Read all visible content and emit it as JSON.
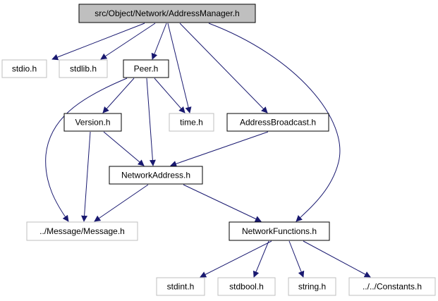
{
  "graph": {
    "nodes": [
      {
        "id": "root",
        "label": "src/Object/Network/AddressManager.h",
        "style": "root"
      },
      {
        "id": "stdio",
        "label": "stdio.h",
        "style": "external"
      },
      {
        "id": "stdlib",
        "label": "stdlib.h",
        "style": "external"
      },
      {
        "id": "peer",
        "label": "Peer.h",
        "style": "local"
      },
      {
        "id": "version",
        "label": "Version.h",
        "style": "local"
      },
      {
        "id": "time",
        "label": "time.h",
        "style": "external"
      },
      {
        "id": "addrbroadcast",
        "label": "AddressBroadcast.h",
        "style": "local"
      },
      {
        "id": "netaddr",
        "label": "NetworkAddress.h",
        "style": "local"
      },
      {
        "id": "message",
        "label": "../Message/Message.h",
        "style": "external"
      },
      {
        "id": "netfunc",
        "label": "NetworkFunctions.h",
        "style": "local"
      },
      {
        "id": "stdint",
        "label": "stdint.h",
        "style": "external"
      },
      {
        "id": "stdbool",
        "label": "stdbool.h",
        "style": "external"
      },
      {
        "id": "string",
        "label": "string.h",
        "style": "external"
      },
      {
        "id": "constants",
        "label": "../../Constants.h",
        "style": "external"
      }
    ],
    "edges": [
      {
        "from": "root",
        "to": "stdio"
      },
      {
        "from": "root",
        "to": "stdlib"
      },
      {
        "from": "root",
        "to": "peer"
      },
      {
        "from": "root",
        "to": "time"
      },
      {
        "from": "root",
        "to": "addrbroadcast"
      },
      {
        "from": "root",
        "to": "netfunc"
      },
      {
        "from": "peer",
        "to": "version"
      },
      {
        "from": "peer",
        "to": "time"
      },
      {
        "from": "peer",
        "to": "netaddr"
      },
      {
        "from": "peer",
        "to": "message"
      },
      {
        "from": "version",
        "to": "netaddr"
      },
      {
        "from": "version",
        "to": "message"
      },
      {
        "from": "addrbroadcast",
        "to": "netaddr"
      },
      {
        "from": "netaddr",
        "to": "message"
      },
      {
        "from": "netaddr",
        "to": "netfunc"
      },
      {
        "from": "netfunc",
        "to": "stdint"
      },
      {
        "from": "netfunc",
        "to": "stdbool"
      },
      {
        "from": "netfunc",
        "to": "string"
      },
      {
        "from": "netfunc",
        "to": "constants"
      }
    ],
    "colors": {
      "edge": "#191970",
      "root_fill": "#bfbfbf",
      "local_border": "#000000",
      "external_border": "#bfbfbf",
      "external_text": "#000000"
    }
  }
}
